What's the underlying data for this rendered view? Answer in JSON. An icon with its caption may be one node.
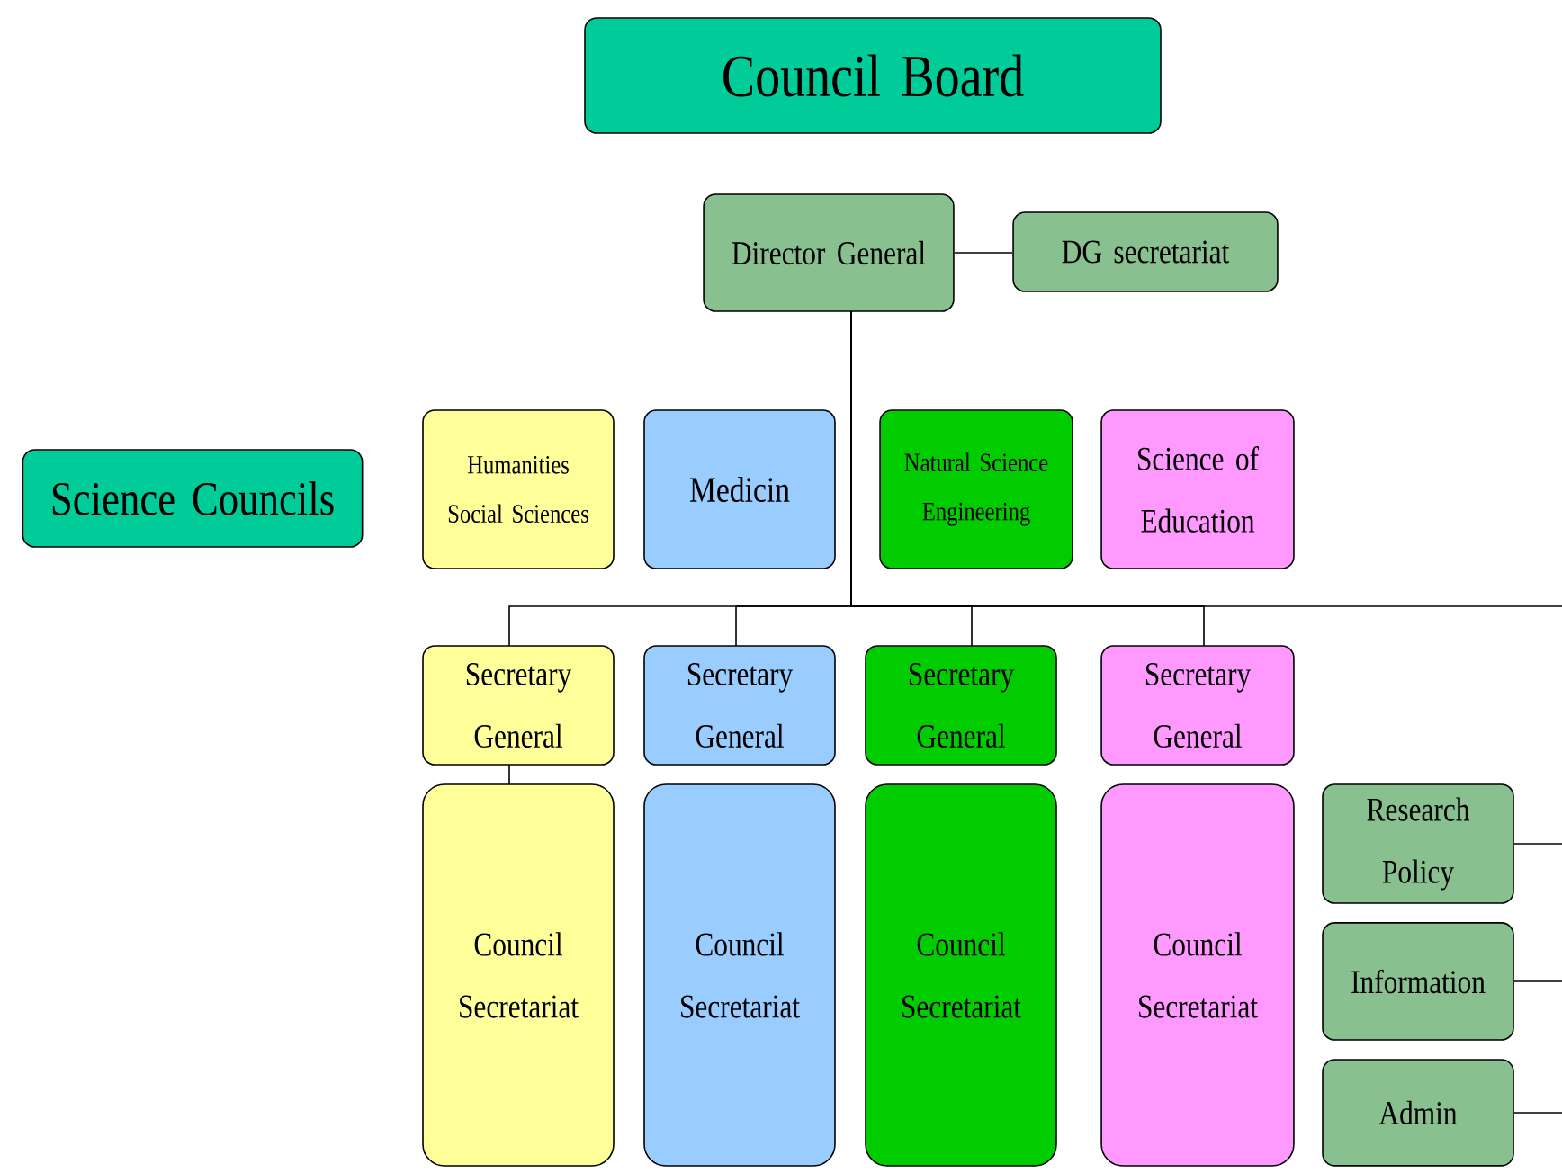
{
  "diagram": {
    "nodes": [
      {
        "text": [
          "Council Board"
        ]
      },
      {
        "text": [
          "Director General"
        ]
      },
      {
        "text": [
          "DG secretariat"
        ]
      },
      {
        "text": [
          "Science Councils"
        ]
      },
      {
        "text": [
          "Humanities Social Sciences"
        ]
      },
      {
        "text": [
          "Medicin"
        ]
      },
      {
        "text": [
          "Natural Science Engineering"
        ]
      },
      {
        "text": [
          "Science of Education"
        ]
      },
      {
        "text": [
          "Secretary General"
        ]
      },
      {
        "text": [
          "Secretary General"
        ]
      },
      {
        "text": [
          "Secretary General"
        ]
      },
      {
        "text": [
          "Secretary General"
        ]
      },
      {
        "text": [
          "Council Secretariat"
        ]
      },
      {
        "text": [
          "Council Secretariat"
        ]
      },
      {
        "text": [
          "Council Secretariat"
        ]
      },
      {
        "text": [
          "Council Secretariat"
        ]
      },
      {
        "text": [
          "Research Policy"
        ]
      },
      {
        "text": [
          "Information"
        ]
      },
      {
        "text": [
          "Admin"
        ]
      }
    ],
    "edges": [
      {
        "from": 1,
        "to": 2,
        "arrow": "none"
      },
      {
        "from": 1,
        "to": 8,
        "arrow": "none"
      },
      {
        "from": 1,
        "to": 9,
        "arrow": "none"
      },
      {
        "from": 1,
        "to": 10,
        "arrow": "none"
      },
      {
        "from": 1,
        "to": 11,
        "arrow": "none"
      },
      {
        "from": 1,
        "to": null,
        "arrow": "none"
      },
      {
        "from": 8,
        "to": 12,
        "arrow": "none"
      },
      {
        "from": 16,
        "to": null,
        "arrow": "none"
      },
      {
        "from": 17,
        "to": null,
        "arrow": "none"
      },
      {
        "from": 18,
        "to": null,
        "arrow": "none"
      }
    ]
  }
}
